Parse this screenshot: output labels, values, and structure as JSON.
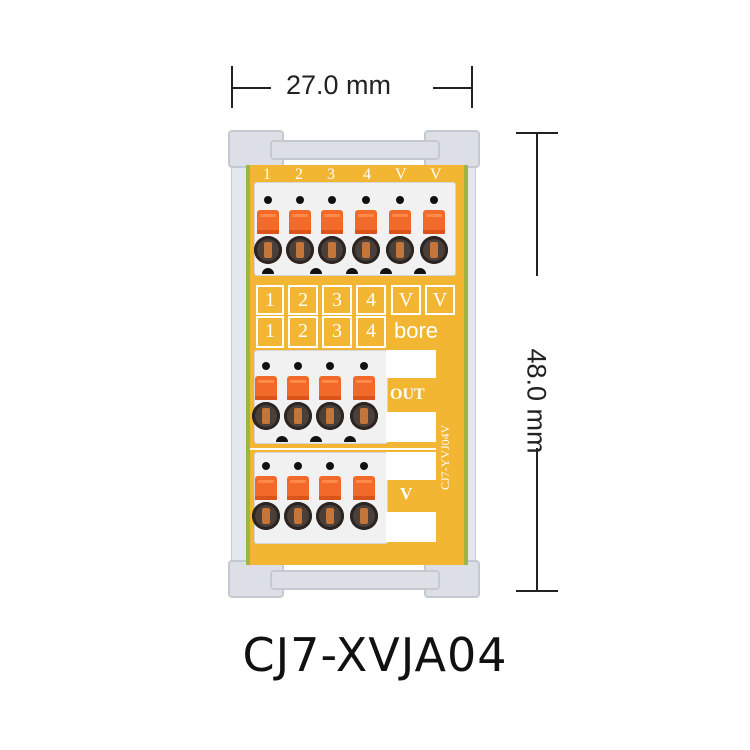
{
  "dimensions": {
    "width_label": "27.0 mm",
    "height_label": "48.0 mm"
  },
  "top_pin_labels": [
    "1",
    "2",
    "3",
    "4",
    "V",
    "V"
  ],
  "top_number_boxes": [
    "1",
    "2",
    "3",
    "4",
    "V",
    "V"
  ],
  "middle_number_boxes": [
    "1",
    "2",
    "3",
    "4"
  ],
  "brand_text": "bore",
  "out_label": "OUT",
  "v_label": "V",
  "board_model_text": "CJ7-YVJ04V",
  "product_name": "CJ7-XVJA04",
  "colors": {
    "pcb": "#f2b632",
    "lever": "#f26a2a",
    "housing": "#dcdfe6",
    "text": "#111111"
  }
}
